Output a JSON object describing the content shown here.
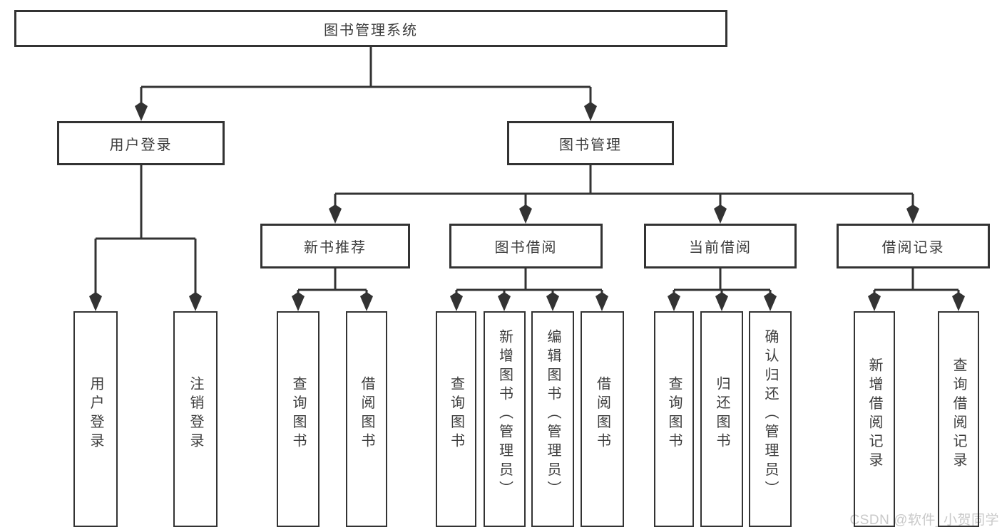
{
  "diagram": {
    "root": {
      "label": "图书管理系统"
    },
    "level2": [
      {
        "label": "用户登录",
        "parent": "图书管理系统"
      },
      {
        "label": "图书管理",
        "parent": "图书管理系统"
      }
    ],
    "level3": [
      {
        "label": "新书推荐",
        "parent": "图书管理"
      },
      {
        "label": "图书借阅",
        "parent": "图书管理"
      },
      {
        "label": "当前借阅",
        "parent": "图书管理"
      },
      {
        "label": "借阅记录",
        "parent": "图书管理"
      }
    ],
    "leaves": [
      {
        "label": "用户登录",
        "parent": "用户登录"
      },
      {
        "label": "注销登录",
        "parent": "用户登录"
      },
      {
        "label": "查询图书",
        "parent": "新书推荐"
      },
      {
        "label": "借阅图书",
        "parent": "新书推荐"
      },
      {
        "label": "查询图书",
        "parent": "图书借阅"
      },
      {
        "label": "新增图书（管理员）",
        "parent": "图书借阅"
      },
      {
        "label": "编辑图书（管理员）",
        "parent": "图书借阅"
      },
      {
        "label": "借阅图书",
        "parent": "图书借阅"
      },
      {
        "label": "查询图书",
        "parent": "当前借阅"
      },
      {
        "label": "归还图书",
        "parent": "当前借阅"
      },
      {
        "label": "确认归还（管理员）",
        "parent": "当前借阅"
      },
      {
        "label": "新增借阅记录",
        "parent": "借阅记录"
      },
      {
        "label": "查询借阅记录",
        "parent": "借阅记录"
      }
    ]
  },
  "watermark": {
    "text": "CSDN @软件_小贺同学"
  },
  "colors": {
    "line": "#333333",
    "border": "#333333",
    "text": "#3d3d3d",
    "watermark": "#c9c9c9",
    "background": "#ffffff"
  }
}
